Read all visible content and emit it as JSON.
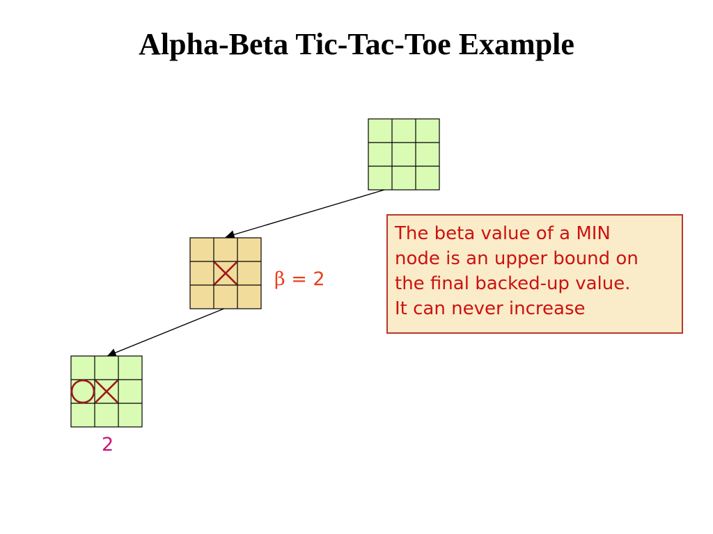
{
  "title": "Alpha-Beta Tic-Tac-Toe Example",
  "beta_label": {
    "symbol": "β",
    "text": " = 2",
    "color": "#e8401c"
  },
  "leaf_value": {
    "text": "2",
    "color": "#c8147a"
  },
  "note": {
    "lines": [
      "The beta value of a MIN",
      "node is an upper bound on",
      "the final backed-up value.",
      "It can never increase"
    ],
    "text_color": "#cc1111",
    "background": "#faecc8",
    "border_color": "#b8342c"
  },
  "boards": {
    "root": {
      "role": "MAX",
      "fill": "#d9fbb4",
      "cells": [
        "",
        "",
        "",
        "",
        "",
        "",
        "",
        "",
        ""
      ]
    },
    "min_node": {
      "role": "MIN",
      "fill": "#f2dc9c",
      "cells": [
        "",
        "",
        "",
        "",
        "X",
        "",
        "",
        "",
        ""
      ]
    },
    "leaf": {
      "role": "MAX",
      "fill": "#d9fbb4",
      "cells": [
        "",
        "",
        "",
        "O",
        "X",
        "",
        "",
        "",
        ""
      ]
    }
  },
  "mark_color": "#a01818"
}
